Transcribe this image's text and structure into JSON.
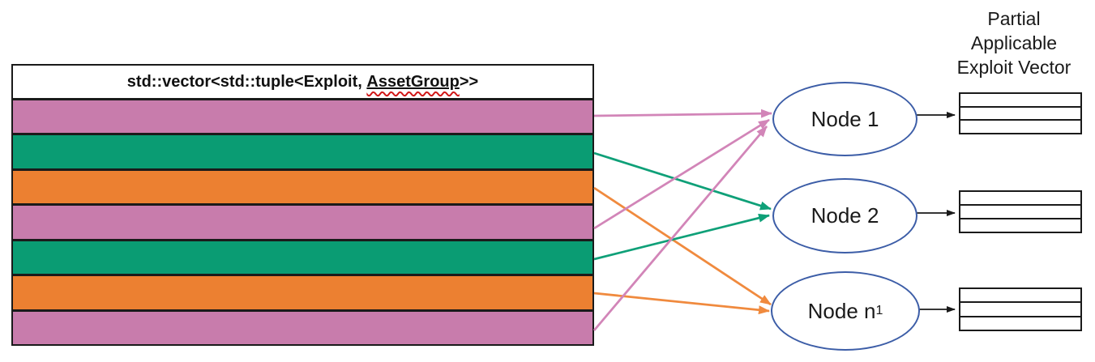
{
  "title": "Partial\nApplicable\nExploit Vector",
  "vector_table": {
    "header": {
      "prefix": "std::vector<std::tuple<Exploit, ",
      "misspelled_word": "AssetGroup",
      "suffix": ">>"
    },
    "rows": [
      {
        "color": "pink",
        "target": "Node 1",
        "target_index": 0
      },
      {
        "color": "green",
        "target": "Node 2",
        "target_index": 1
      },
      {
        "color": "orange",
        "target": "Node n1",
        "target_index": 2
      },
      {
        "color": "pink",
        "target": "Node 1",
        "target_index": 0
      },
      {
        "color": "green",
        "target": "Node 2",
        "target_index": 1
      },
      {
        "color": "orange",
        "target": "Node n1",
        "target_index": 2
      },
      {
        "color": "pink",
        "target": "Node 1",
        "target_index": 0
      }
    ]
  },
  "nodes": [
    {
      "label": "Node 1",
      "sub": ""
    },
    {
      "label": "Node 2",
      "sub": ""
    },
    {
      "label": "Node n",
      "sub": "1"
    }
  ],
  "partial_tables": {
    "count": 3,
    "cells_per_table": 3
  },
  "colors": {
    "rows": {
      "pink": "#C87CAC",
      "green": "#0A9C73",
      "orange": "#EC8031"
    },
    "arrows": {
      "pink": "#D285B8",
      "green": "#0FA078",
      "orange": "#F08A3E",
      "black": "#1a1a1a"
    },
    "node_outline": "#3C5DA7",
    "table_border": "#1a1a1a"
  }
}
